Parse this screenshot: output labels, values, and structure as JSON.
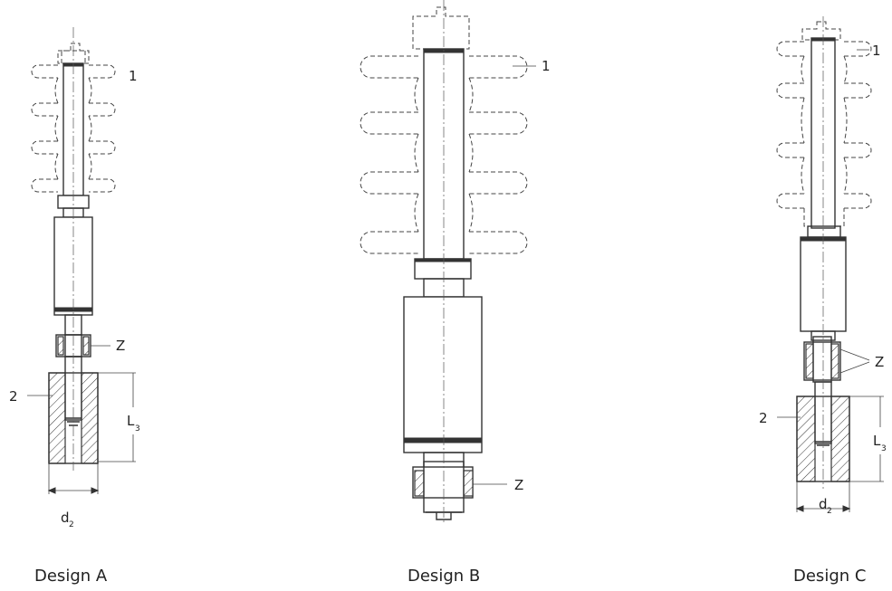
{
  "design_a": {
    "caption": "Design A",
    "label_1": "1",
    "label_z": "Z",
    "label_2": "2",
    "label_l": "L",
    "label_l_sub": "3",
    "label_d": "d",
    "label_d_sub": "2"
  },
  "design_b": {
    "caption": "Design B",
    "label_1": "1",
    "label_z": "Z"
  },
  "design_c": {
    "caption": "Design C",
    "label_1": "1",
    "label_z": "Z",
    "label_2": "2",
    "label_l": "L",
    "label_l_sub": "3",
    "label_d": "d",
    "label_d_sub": "2"
  }
}
